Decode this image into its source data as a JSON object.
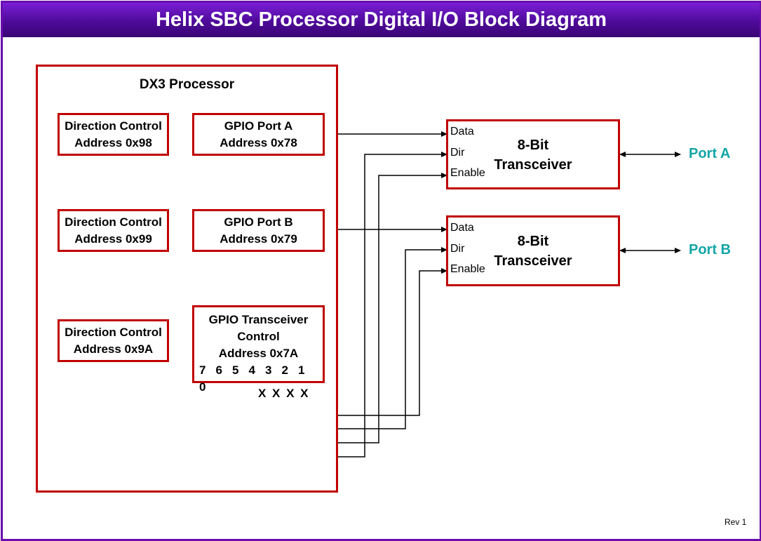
{
  "title": "Helix SBC Processor Digital I/O Block Diagram",
  "revision": "Rev 1",
  "colors": {
    "banner": "#4e0a99",
    "frame": "#6a0dad",
    "box_border": "#c00000",
    "port_label": "#13a5a5"
  },
  "processor": {
    "title": "DX3 Processor",
    "dir_a": {
      "line1": "Direction Control",
      "line2": "Address 0x98"
    },
    "gpio_a": {
      "line1": "GPIO Port A",
      "line2": "Address 0x78"
    },
    "dir_b": {
      "line1": "Direction Control",
      "line2": "Address 0x99"
    },
    "gpio_b": {
      "line1": "GPIO Port B",
      "line2": "Address 0x79"
    },
    "dir_c": {
      "line1": "Direction Control",
      "line2": "Address 0x9A"
    },
    "gpio_c": {
      "line1": "GPIO Transceiver",
      "line2": "Control",
      "line3": "Address 0x7A"
    },
    "bits": [
      "7",
      "6",
      "5",
      "4",
      "3",
      "2",
      "1",
      "0"
    ],
    "unused": "X X X X"
  },
  "transceiver_a": {
    "line1": "8-Bit",
    "line2": "Transceiver",
    "pins": [
      "Data",
      "Dir",
      "Enable"
    ]
  },
  "transceiver_b": {
    "line1": "8-Bit",
    "line2": "Transceiver",
    "pins": [
      "Data",
      "Dir",
      "Enable"
    ]
  },
  "port_a": "Port A",
  "port_b": "Port B"
}
